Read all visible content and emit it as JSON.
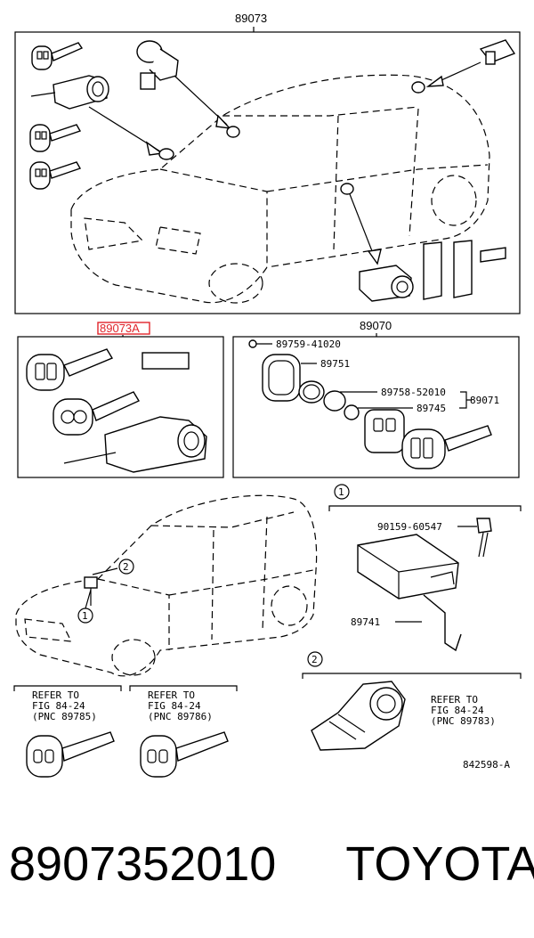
{
  "diagram": {
    "top_code": "89073",
    "highlight_code": "89073A",
    "box2_code": "89070",
    "parts": {
      "p1": "89759-41020",
      "p2": "89751",
      "p3": "89758-52010",
      "p4": "89745",
      "p5": "89071",
      "p6": "90159-60547",
      "p7": "89741"
    },
    "callouts": {
      "c1": "1",
      "c2": "2"
    },
    "refs": {
      "refer_to": "REFER TO",
      "ref1_fig": "FIG 84-24",
      "ref1_pnc": "(PNC 89785)",
      "ref2_fig": "FIG 84-24",
      "ref2_pnc": "(PNC 89786)",
      "ref3_fig": "FIG 84-24",
      "ref3_pnc": "(PNC 89783)"
    },
    "drawing_number": "842598-A"
  },
  "caption": {
    "part_number": "8907352010",
    "brand": "TOYOTA"
  }
}
